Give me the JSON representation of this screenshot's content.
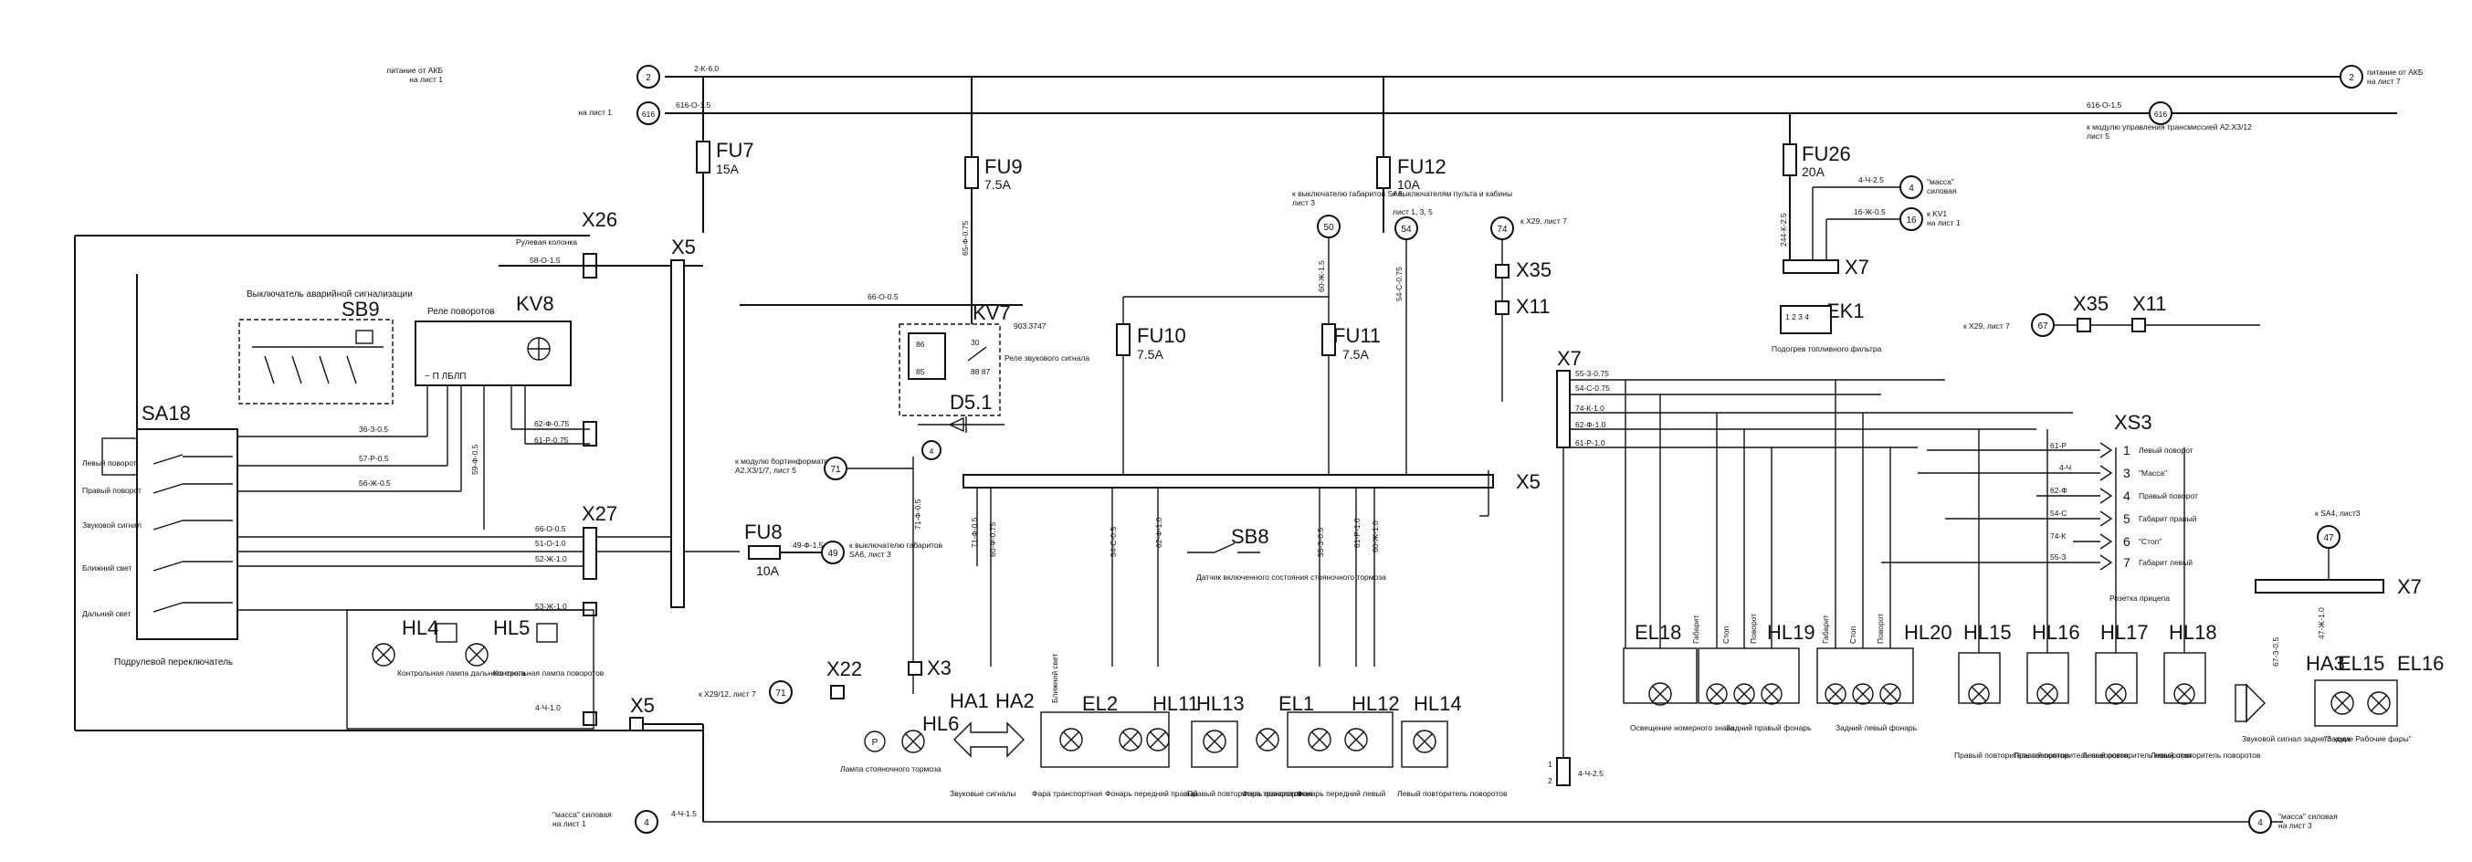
{
  "fuses": [
    {
      "id": "FU7",
      "rating": "15A"
    },
    {
      "id": "FU9",
      "rating": "7.5A"
    },
    {
      "id": "FU12",
      "rating": "10A"
    },
    {
      "id": "FU26",
      "rating": "20A"
    },
    {
      "id": "FU10",
      "rating": "7.5A"
    },
    {
      "id": "FU11",
      "rating": "7.5A"
    },
    {
      "id": "FU8",
      "rating": "10A"
    }
  ],
  "relays": {
    "kv8_id": "KV8",
    "kv8_desc": "Реле поворотов",
    "kv8_pins": "~ П ЛБЛП",
    "kv7_id": "KV7",
    "kv7_desc": "Реле звукового сигнала",
    "kv7_code": "903.3747"
  },
  "switches": {
    "sb9_id": "SB9",
    "sb9_desc": "Выключатель аварийной сигнализации",
    "sa18_id": "SA18",
    "sa18_desc": "Подрулевой переключатель",
    "sa18_labels": [
      "Левый поворот",
      "Правый поворот",
      "Звуковой сигнал",
      "Ближний свет",
      "Дальний свет"
    ],
    "sb8_id": "SB8",
    "sb8_desc": "Датчик включенного состояния стояночного тормоза"
  },
  "connectors": {
    "x26": "X26",
    "x27": "X27",
    "x5": "X5",
    "x7": "X7",
    "x3": "X3",
    "x22": "X22",
    "x35": "X35",
    "x11": "X11",
    "xs3": "XS3",
    "ek1": "EK1",
    "d51": "D5.1",
    "steering": "Рулевая колонка",
    "ek1_desc": "Подогрев топливного фильтра"
  },
  "xs3_pins": [
    {
      "n": "1",
      "label": "Левый поворот",
      "wire": "61-Р"
    },
    {
      "n": "3",
      "label": "\"Масса\"",
      "wire": "4-Ч"
    },
    {
      "n": "4",
      "label": "Правый поворот",
      "wire": "62-Ф"
    },
    {
      "n": "5",
      "label": "Габарит правый",
      "wire": "54-С"
    },
    {
      "n": "6",
      "label": "\"Стоп\"",
      "wire": "74-К"
    },
    {
      "n": "7",
      "label": "Габарит левый",
      "wire": "55-З"
    }
  ],
  "xs3_desc": "Розетка прицепа",
  "x7_wires": [
    "55-З-0.75",
    "54-С-0.75",
    "74-К-1.0",
    "62-Ф-1.0",
    "61-Р-1.0"
  ],
  "wires": {
    "w_top": "2-К-6.0",
    "w_616": "616-О-1.5",
    "w_616r": "616-О-1.5",
    "w_58": "58-О-1.5",
    "w_66": "66-О-0.5",
    "w_36": "36-З-0.5",
    "w_57": "57-Р-0.5",
    "w_56": "56-Ж-0.5",
    "w_62": "62-Ф-0.75",
    "w_61": "61-Р-0.75",
    "w_66b": "66-О-0.5",
    "w_51": "51-О-1.0",
    "w_52": "52-Ж-1.0",
    "w_53": "53-Ж-1.0",
    "w_4a": "4-Ч-1.0",
    "w_59": "59-Ф-0.5",
    "w_49": "49-Ф-1.5",
    "w_65": "65-Ф-0.75",
    "w_71": "71-Ф-0.5",
    "w_71b": "71-Ф-0.5",
    "w_60": "60-Ф-0.75",
    "w_54": "54-С-0.5",
    "w_62b": "62-Ф-1.0",
    "w_55": "55-З-0.5",
    "w_61b": "61-Р-1.0",
    "w_60b": "60-Ж-1.0",
    "w_54v": "54-С-0.75",
    "w_50": "60-Ж-1.5",
    "w_244": "244-К-2.5",
    "w_4b": "4-Ч-2.5",
    "w_16": "16-Ж-0.5",
    "w_4c": "4-Ч-2.5",
    "w_4d": "4-Ч-1.5",
    "w_67": "67-З-0.5",
    "w_47": "47-Ж-1.0"
  },
  "refs": {
    "r2l": "2",
    "r2l_t": "питание от АКБ",
    "r2l_t2": "на лист 1",
    "r616l": "616",
    "r616l_t": "на лист 1",
    "r2r": "2",
    "r2r_t": "питание от АКБ",
    "r2r_t2": "на лист 7",
    "r616r": "616",
    "r616r_t": "к модулю управления трансмиссией А2.Х3/12",
    "r616r_t2": "лист 5",
    "r50": "50",
    "r50_t": "к выключателю габаритов SA6,",
    "r50_t2": "лист 3",
    "r54": "54",
    "r54_t": "к выключателям пульта и кабины",
    "r54_t2": "лист 1, 3, 5",
    "r74": "74",
    "r74_t": "к X29, лист 7",
    "r4a": "4",
    "r4a_t": "\"масса\"",
    "r4a_t2": "силовая",
    "r16": "16",
    "r16_t": "к KV1",
    "r16_t2": "на лист 1",
    "r67": "67",
    "r67_t": "к X29, лист 7",
    "r71": "71",
    "r71_t": "к модулю бортинформатора",
    "r71_t2": "А2.Х3/1/7, лист 5",
    "r49": "49",
    "r49_t": "к выключателю габаритов",
    "r49_t2": "SA6, лист 3",
    "r71b": "71",
    "r71b_t": "к X29/12, лист 7",
    "r47": "47",
    "r47_t": "к SA4, лист3",
    "r4b": "4",
    "r4b_t": "\"масса\" силовая",
    "r4b_t2": "на лист 1",
    "r4c": "4",
    "r4c_t": "\"масса\" силовая",
    "r4c_t2": "на лист 3",
    "r4d": "4"
  },
  "lamps": [
    {
      "id": "HL4",
      "desc": "Контрольная лампа дальнего света"
    },
    {
      "id": "HL5",
      "desc": "Контрольная лампа поворотов"
    },
    {
      "id": "HL6",
      "desc": "Лампа стояночного тормоза"
    },
    {
      "id": "HA1",
      "desc": "Звуковые сигналы"
    },
    {
      "id": "HA2",
      "desc": ""
    },
    {
      "id": "EL2",
      "desc": "Фара транспортная"
    },
    {
      "id": "HL11",
      "desc": "Фонарь передний правый"
    },
    {
      "id": "HL13",
      "desc": "Правый повторитель поворотов"
    },
    {
      "id": "EL1",
      "desc": "Фара транспортная"
    },
    {
      "id": "HL12",
      "desc": "Фонарь передний левый"
    },
    {
      "id": "HL14",
      "desc": "Левый повторитель поворотов"
    },
    {
      "id": "EL18",
      "desc": "Освещение номерного знака"
    },
    {
      "id": "HL19",
      "desc": "Задний правый фонарь"
    },
    {
      "id": "HL20",
      "desc": "Задний левый фонарь"
    },
    {
      "id": "HL15",
      "desc": "Правый повторитель поворотов"
    },
    {
      "id": "HL16",
      "desc": "Правый повторитель поворотов"
    },
    {
      "id": "HL17",
      "desc": "Левый повторитель поворотов"
    },
    {
      "id": "HL18",
      "desc": "Левый повторитель поворотов"
    },
    {
      "id": "HA3",
      "desc": "Звуковой сигнал заднего хода"
    },
    {
      "id": "EL15",
      "desc": "\"Задние Рабочие фары\""
    },
    {
      "id": "EL16",
      "desc": ""
    }
  ],
  "sublabels": {
    "near": "Ближний свет",
    "gab": "Габарит",
    "pov": "Поворот",
    "stop": "Стоп",
    "p_sym": "P"
  },
  "marks": {
    "x27_4": "4-Ч-2.5",
    "x7_1": "1",
    "x7_2": "2"
  }
}
